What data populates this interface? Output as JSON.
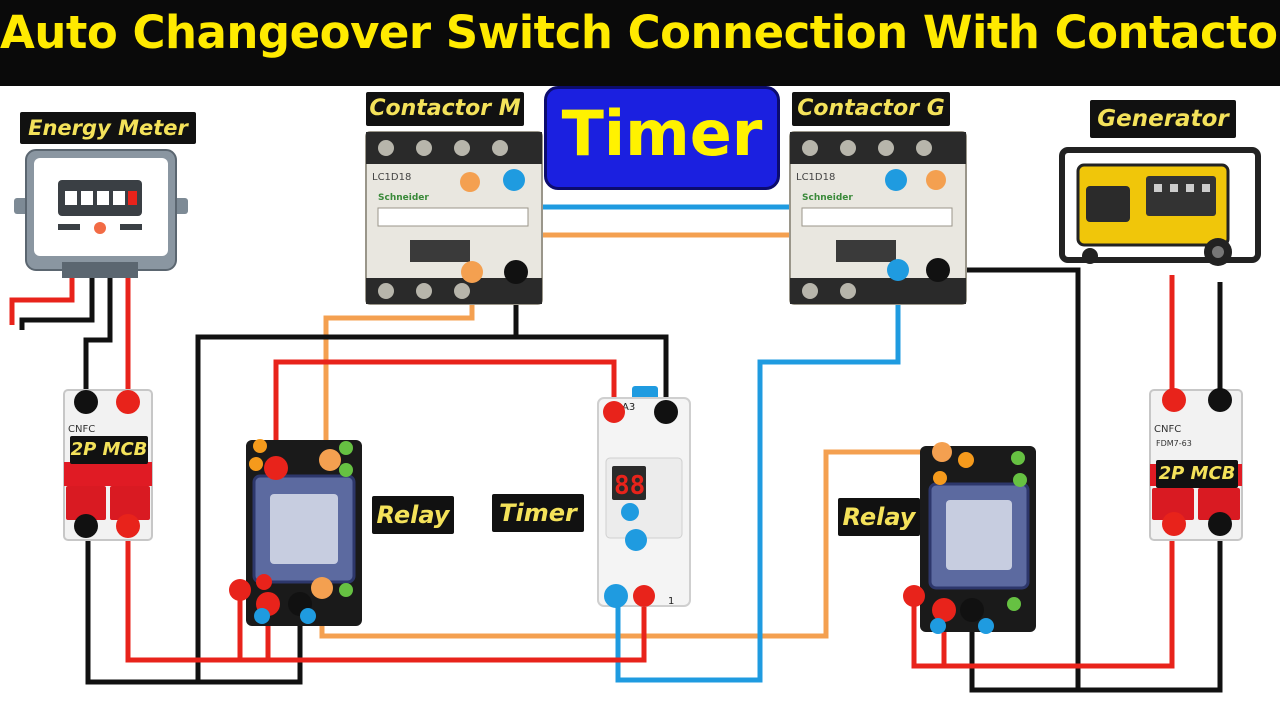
{
  "title": "Auto Changeover Switch Connection With Contactor",
  "center_label": "Timer",
  "labels": {
    "energy_meter": "Energy Meter",
    "contactor_m": "Contactor M",
    "contactor_g": "Contactor G",
    "generator": "Generator",
    "mcb_left": "2P MCB",
    "mcb_right": "2P MCB",
    "relay_left": "Relay",
    "relay_right": "Relay",
    "timer": "Timer"
  },
  "device_text": {
    "contactor_model": "LC1D18",
    "contactor_brand": "Schneider",
    "mcb_brand": "CNFC",
    "mcb_model": "FDM7-63",
    "timer_display": "88",
    "timer_terminal_top": "A3",
    "timer_terminal_bottom": "1"
  },
  "colors": {
    "title_bg": "#0a0a0a",
    "title_text": "#ffea00",
    "badge_blue": "#1b20e0",
    "wire_red": "#e8231b",
    "wire_black": "#111111",
    "wire_orange": "#f4a050",
    "wire_blue": "#1f9be0"
  }
}
